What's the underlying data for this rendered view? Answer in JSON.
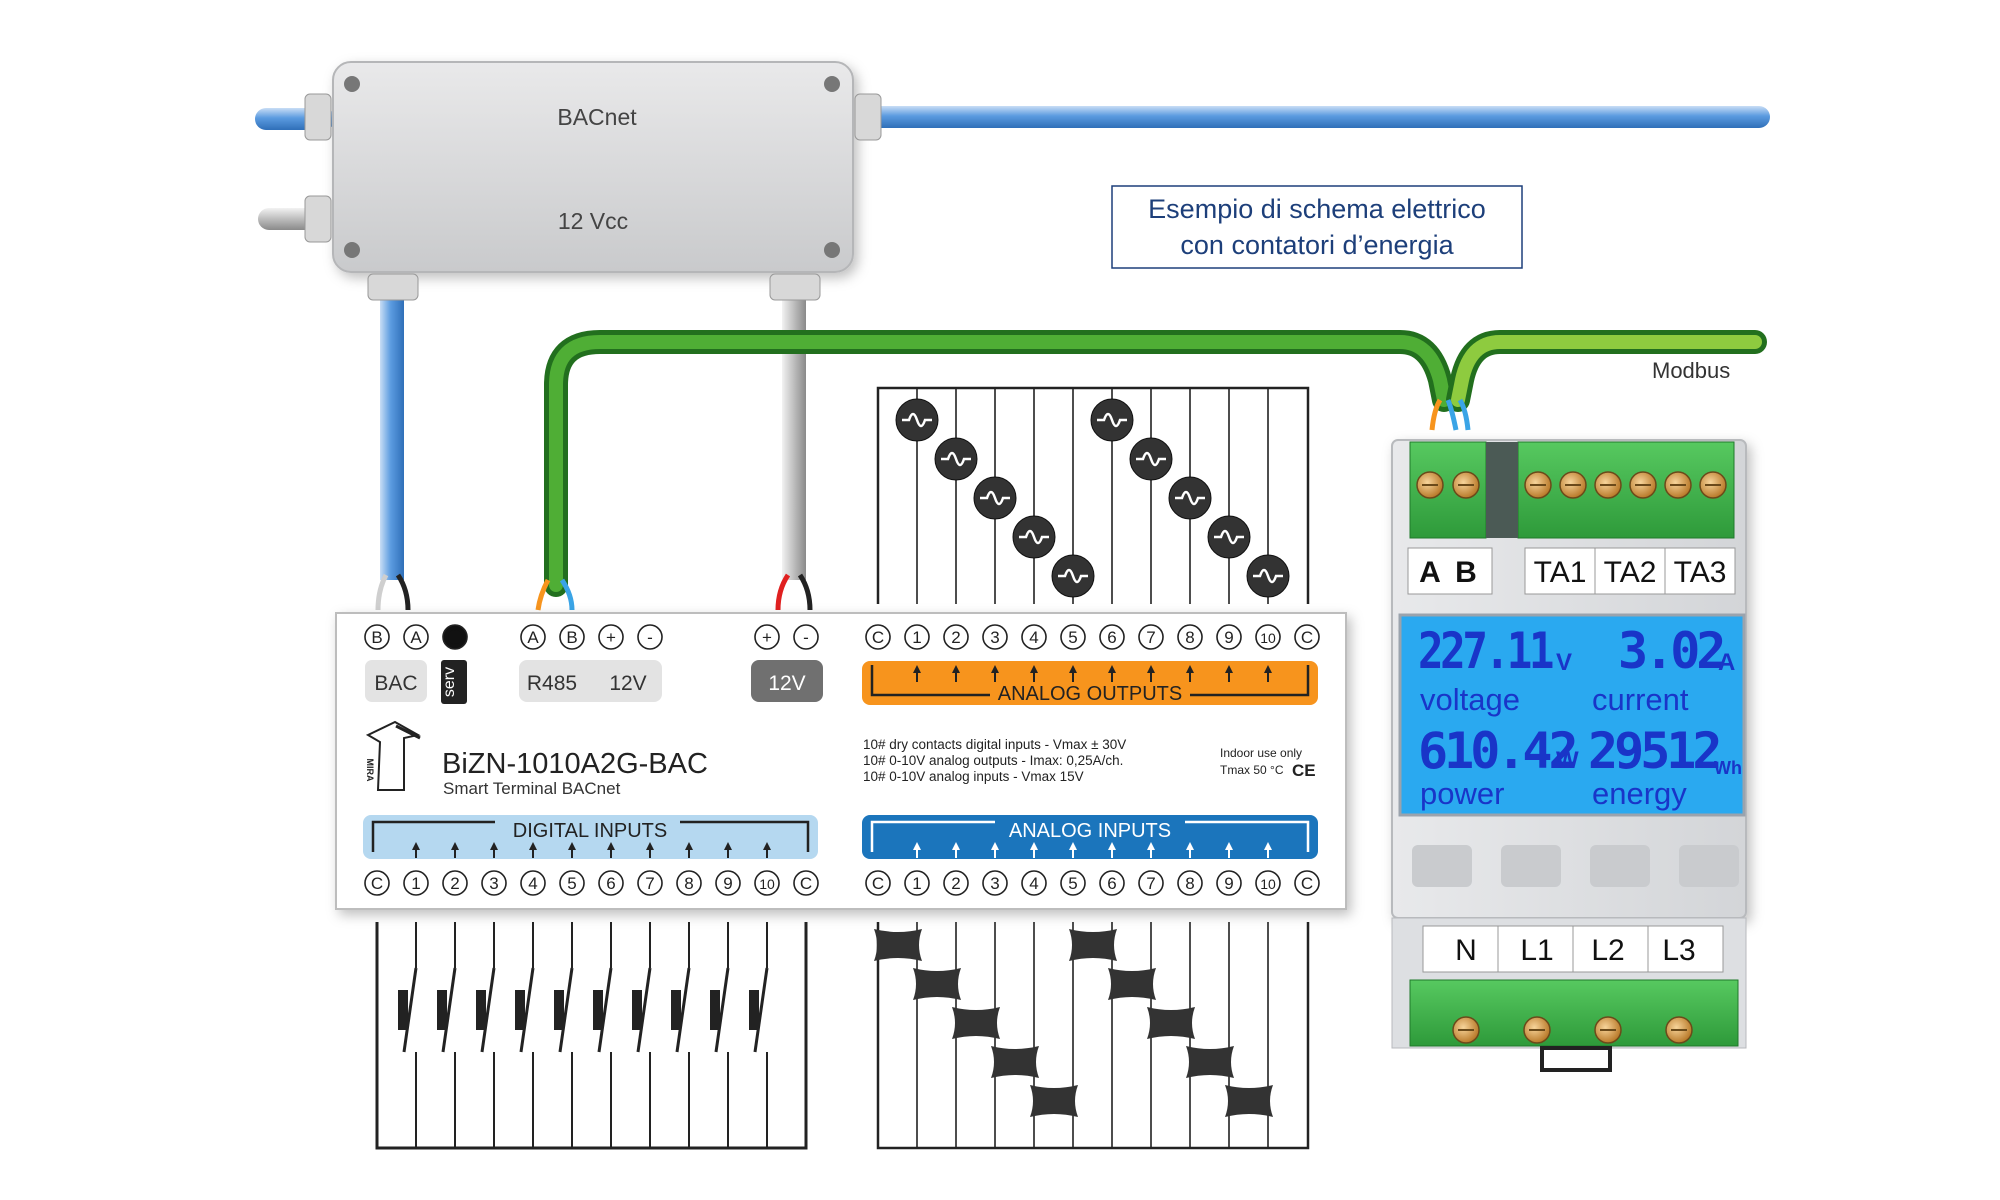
{
  "bacnet_box": {
    "bacnet_label": "BACnet",
    "power_label": "12 Vcc"
  },
  "caption": {
    "line1": "Esempio di schema elettrico",
    "line2": "con contatori d’energia"
  },
  "modbus_label": "Modbus",
  "terminal": {
    "model": "BiZN-1010A2G-BAC",
    "subtitle": "Smart Terminal BACnet",
    "logo_text": "MIRA",
    "top_left_pins": [
      "B",
      "A",
      "●"
    ],
    "bac_label": "BAC",
    "serv_label": "serv",
    "r485_pins": [
      "A",
      "B",
      "+",
      "-"
    ],
    "r485_label": "R485",
    "r485_voltage": "12V",
    "power_pins": [
      "+",
      "-"
    ],
    "power_label": "12V",
    "analog_out_pins": [
      "C",
      "1",
      "2",
      "3",
      "4",
      "5",
      "6",
      "7",
      "8",
      "9",
      "10",
      "C"
    ],
    "analog_outputs_label": "ANALOG OUTPUTS",
    "spec_lines": [
      "10# dry contacts digital inputs - Vmax ± 30V",
      "10# 0-10V analog outputs  - Imax: 0,25A/ch.",
      "10# 0-10V analog inputs - Vmax 15V"
    ],
    "indoor_label": "Indoor use only",
    "tmax_label": "Tmax 50 °C",
    "ce_mark": "CE",
    "digital_inputs_label": "DIGITAL  INPUTS",
    "analog_inputs_label": "ANALOG  INPUTS",
    "bottom_pins": [
      "C",
      "1",
      "2",
      "3",
      "4",
      "5",
      "6",
      "7",
      "8",
      "9",
      "10",
      "C"
    ]
  },
  "meter": {
    "top_labels": [
      "A",
      "B",
      "TA1",
      "TA2",
      "TA3"
    ],
    "display": {
      "voltage_value": "227.11",
      "voltage_unit": "V",
      "current_value": "3.02",
      "current_unit": "A",
      "voltage_label": "voltage",
      "current_label": "current",
      "power_value": "610.42",
      "power_unit": "W",
      "energy_value": "29512",
      "energy_unit": "Wh",
      "power_label": "power",
      "energy_label": "energy"
    },
    "bottom_labels": [
      "N",
      "L1",
      "L2",
      "L3"
    ]
  },
  "colors": {
    "blue_cable": "#4f8fd6",
    "green_cable": "#3d9a2a",
    "orange": "#f7941d",
    "analog_blue": "#1b75bc",
    "digital_lightblue": "#b5d8f0",
    "lcd": "#2aa9f0",
    "lcd_text": "#1935c8",
    "terminal_green": "#3fb44a"
  }
}
